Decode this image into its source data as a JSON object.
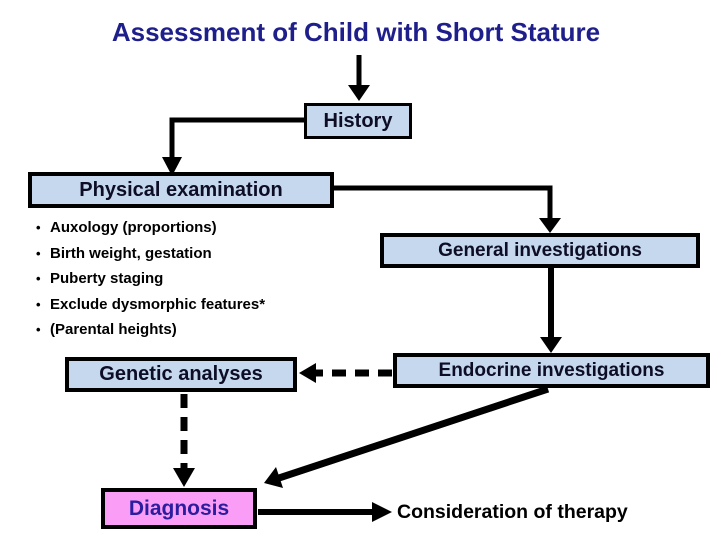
{
  "title": "Assessment of Child with Short Stature",
  "colors": {
    "title_text": "#1f1f8c",
    "box_fill": "#c6d8ee",
    "box_border": "#000000",
    "box_text": "#0d0d26",
    "diagnosis_fill": "#fa9df6",
    "diagnosis_text": "#2a1d9e",
    "connector": "#000000",
    "background": "#ffffff"
  },
  "nodes": {
    "history": {
      "label": "History"
    },
    "physical_examination": {
      "label": "Physical examination",
      "bullets": [
        "Auxology (proportions)",
        "Birth weight, gestation",
        "Puberty staging",
        "Exclude dysmorphic features*",
        "(Parental heights)"
      ]
    },
    "general_investigations": {
      "label": "General investigations"
    },
    "endocrine_investigations": {
      "label": "Endocrine investigations"
    },
    "genetic_analyses": {
      "label": "Genetic analyses"
    },
    "diagnosis": {
      "label": "Diagnosis"
    },
    "consideration_of_therapy": {
      "label": "Consideration of therapy"
    }
  }
}
